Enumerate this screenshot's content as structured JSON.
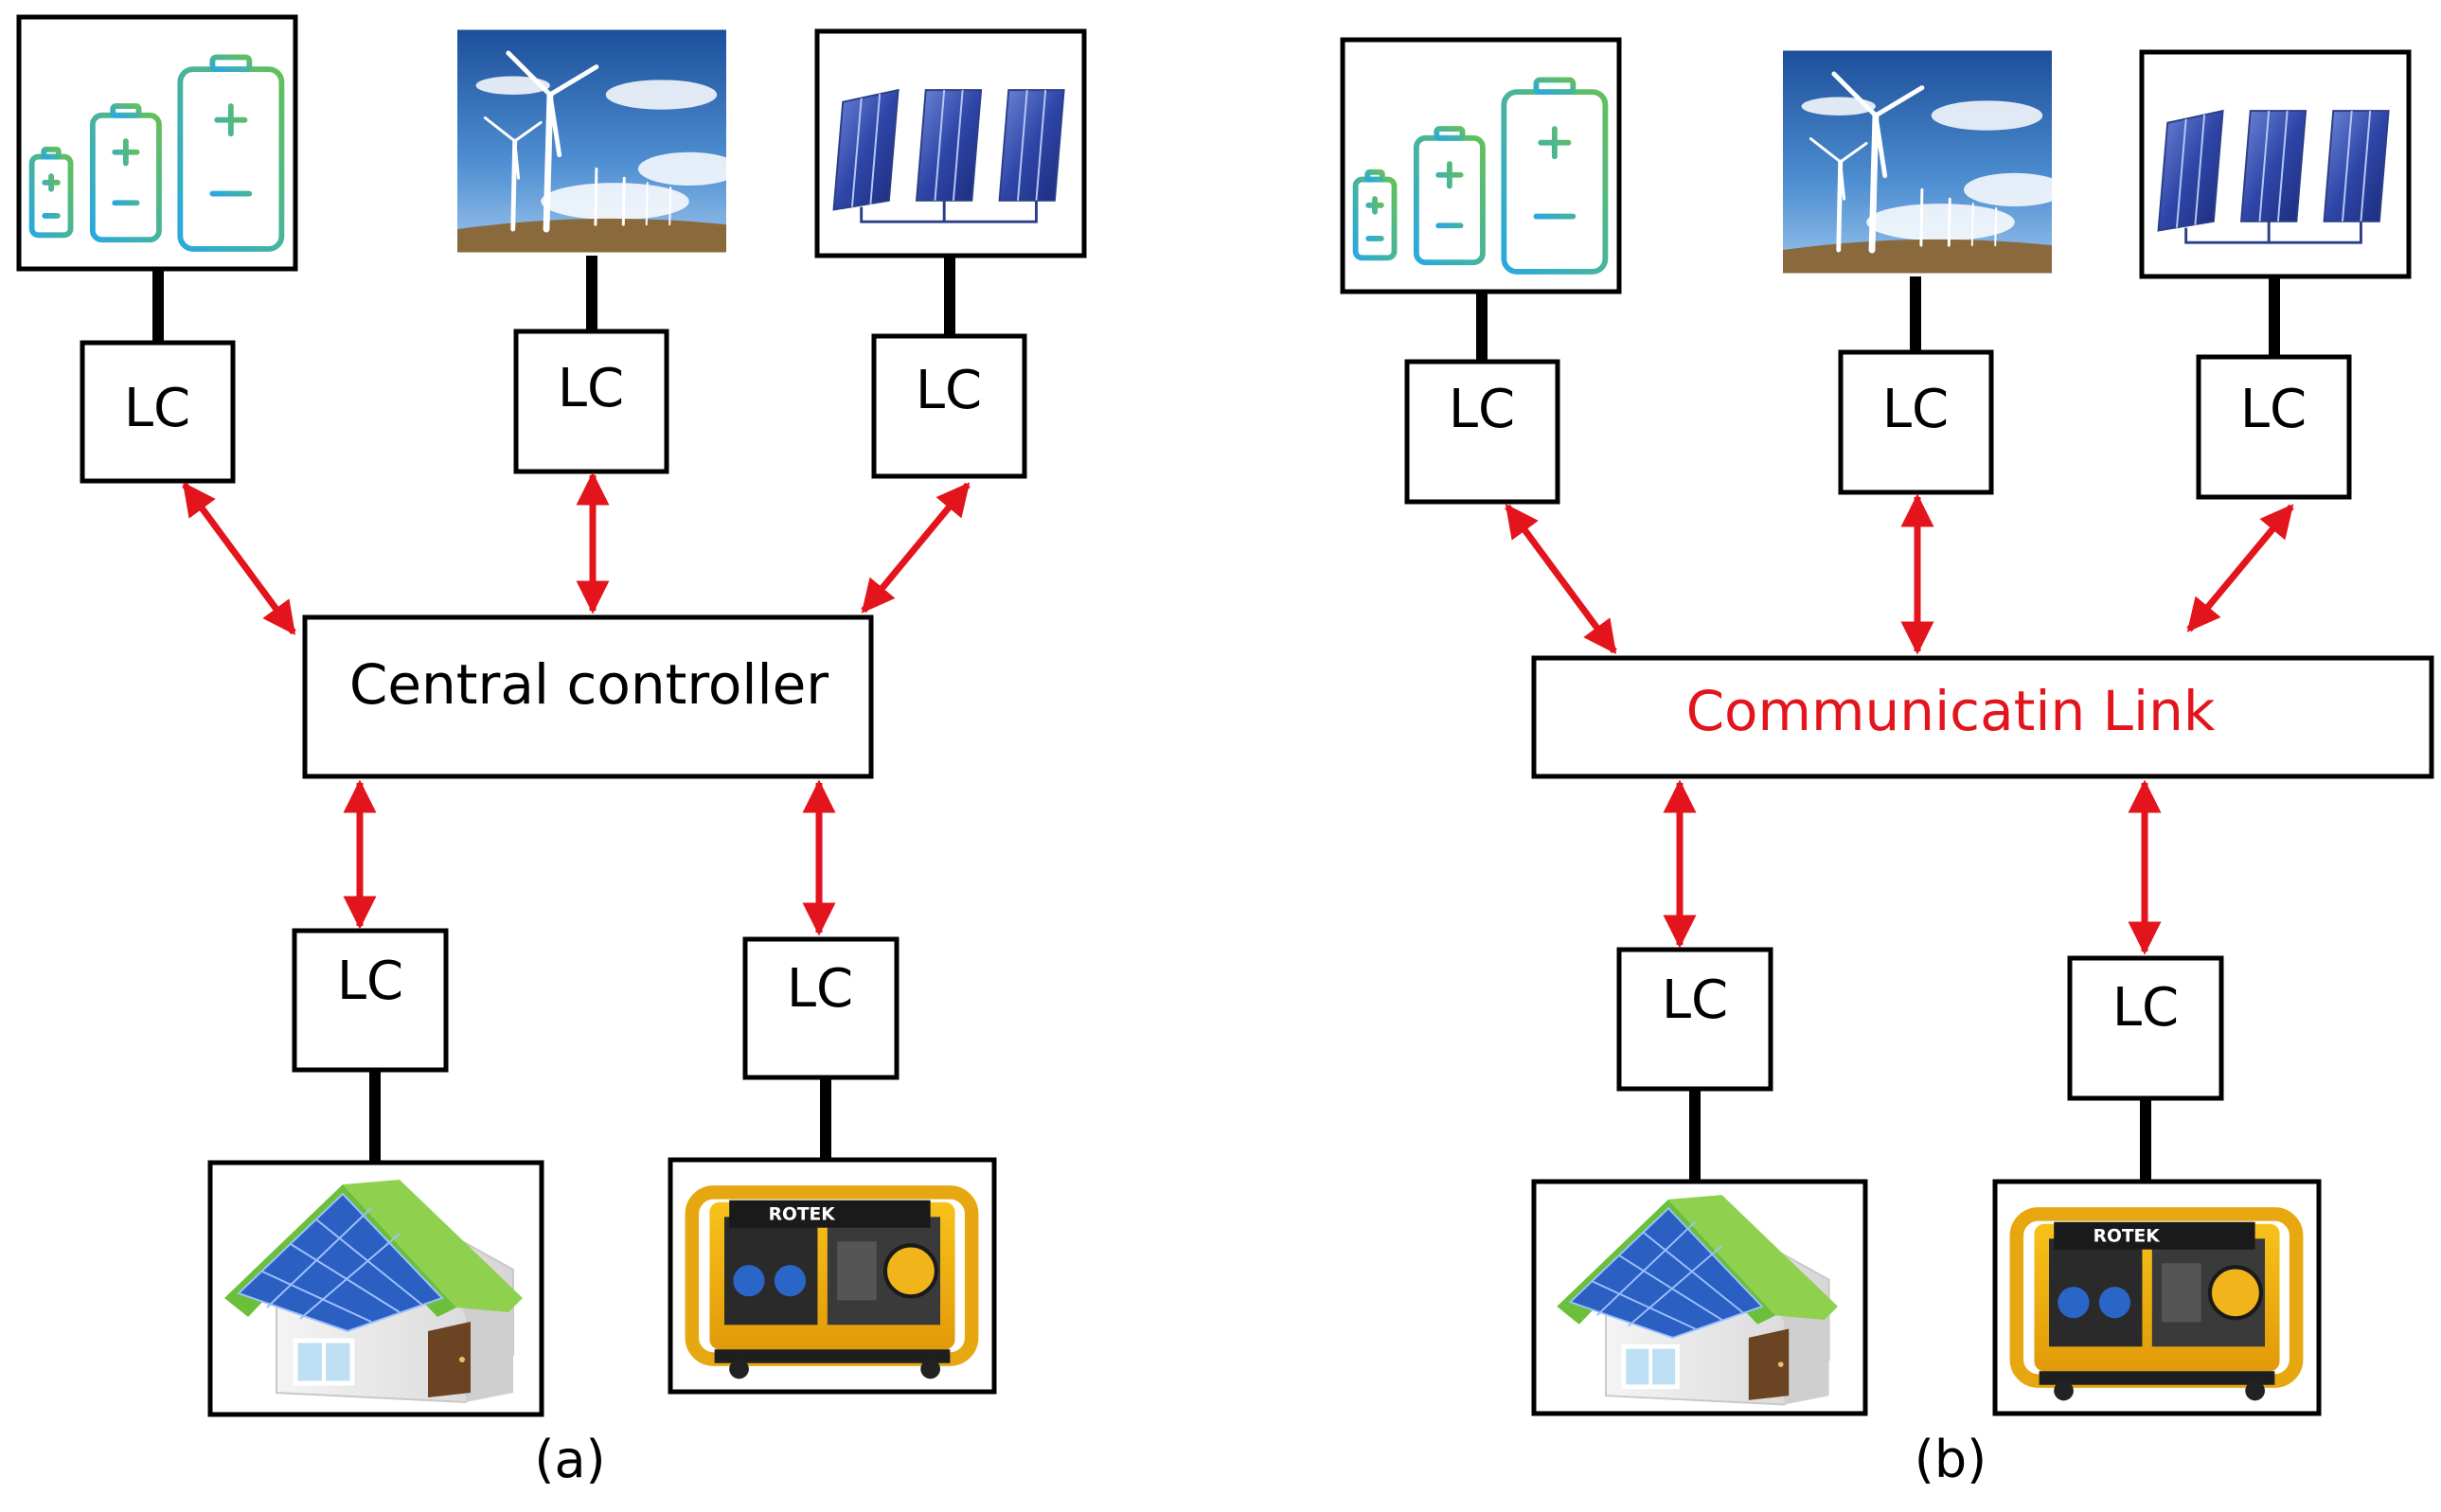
{
  "colors": {
    "arrow": "#e3141c",
    "link_text": "#e3141c",
    "stroke": "#000000"
  },
  "panel_a": {
    "caption": "(a)",
    "controller_label": "Central controller",
    "lc_label": "LC"
  },
  "panel_b": {
    "caption": "(b)",
    "link_label": "Communicatin Link",
    "lc_label": "LC"
  }
}
